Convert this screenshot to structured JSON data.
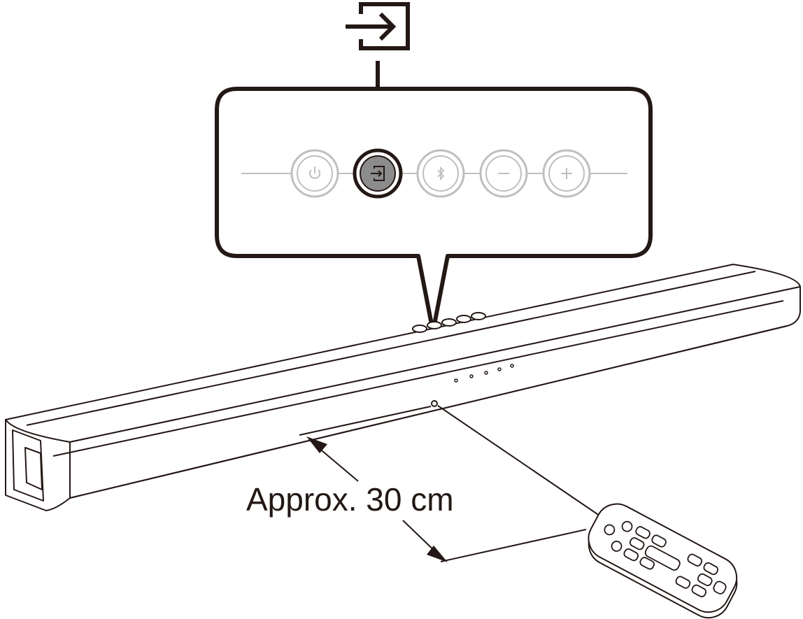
{
  "distance_label": "Approx. 30 cm",
  "highlighted_button": "input",
  "callout_icon": "input-icon",
  "panel_buttons": [
    {
      "name": "power-button",
      "icon": "power-icon",
      "state": "inactive"
    },
    {
      "name": "input-button",
      "icon": "input-icon",
      "state": "active"
    },
    {
      "name": "bluetooth-button",
      "icon": "bluetooth-icon",
      "state": "inactive"
    },
    {
      "name": "volume-down-button",
      "icon": "minus-icon",
      "state": "inactive"
    },
    {
      "name": "volume-up-button",
      "icon": "plus-icon",
      "state": "inactive"
    }
  ],
  "colors": {
    "outline": "#231815",
    "inactive_button": "#bfbfbf",
    "active_button_fill": "#8c8c8c",
    "background": "#ffffff"
  }
}
